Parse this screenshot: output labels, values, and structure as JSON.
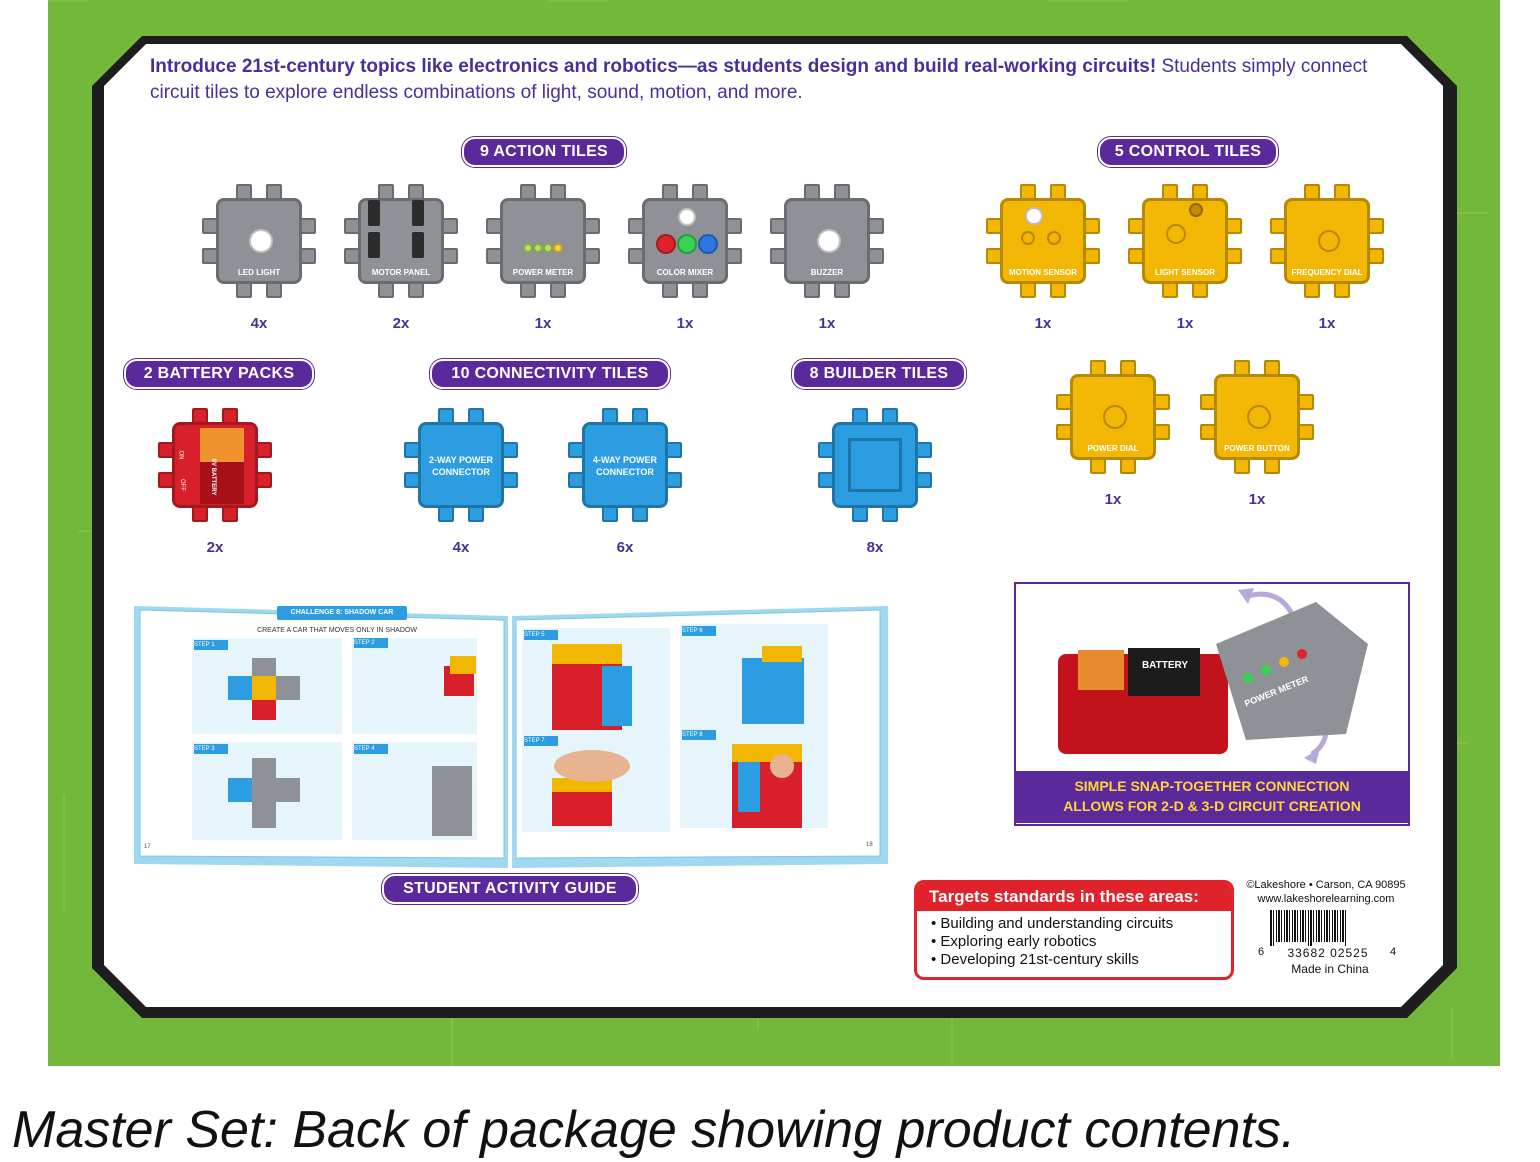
{
  "intro": {
    "bold_text": "Introduce 21st-century topics like electronics and robotics—as students design and build real-working circuits!",
    "regular_text": "Students simply connect circuit tiles to explore endless combinations of light, sound, motion, and more."
  },
  "headers": {
    "action": "9 ACTION TILES",
    "control": "5 CONTROL TILES",
    "battery": "2 BATTERY PACKS",
    "connectivity": "10 CONNECTIVITY TILES",
    "builder": "8 BUILDER TILES",
    "guide": "STUDENT ACTIVITY GUIDE"
  },
  "action_tiles": [
    {
      "label": "LED LIGHT",
      "qty": "4x"
    },
    {
      "label": "MOTOR PANEL",
      "qty": "2x"
    },
    {
      "label": "POWER METER",
      "qty": "1x"
    },
    {
      "label": "COLOR MIXER",
      "qty": "1x"
    },
    {
      "label": "BUZZER",
      "qty": "1x"
    }
  ],
  "control_tiles": [
    {
      "label": "MOTION SENSOR",
      "qty": "1x"
    },
    {
      "label": "LIGHT SENSOR",
      "qty": "1x"
    },
    {
      "label": "FREQUENCY DIAL",
      "qty": "1x"
    },
    {
      "label": "POWER DIAL",
      "qty": "1x"
    },
    {
      "label": "POWER BUTTON",
      "qty": "1x"
    }
  ],
  "battery_tiles": [
    {
      "label": "9V BATTERY",
      "switch_on": "ON",
      "switch_off": "OFF",
      "qty": "2x"
    }
  ],
  "connectivity_tiles": [
    {
      "label": "2-WAY POWER CONNECTOR",
      "qty": "4x"
    },
    {
      "label": "4-WAY POWER CONNECTOR",
      "qty": "6x"
    }
  ],
  "builder_tiles": [
    {
      "label": "",
      "qty": "8x"
    }
  ],
  "guide_book": {
    "challenge_title": "CHALLENGE 8: SHADOW CAR",
    "subtitle": "CREATE A CAR THAT MOVES ONLY IN SHADOW",
    "steps": [
      "STEP 1",
      "STEP 2",
      "STEP 3",
      "STEP 4",
      "STEP 5",
      "STEP 6",
      "STEP 7",
      "STEP 8"
    ],
    "left_page_number": "17",
    "right_page_number": "18"
  },
  "snap_box": {
    "caption_line1": "SIMPLE SNAP-TOGETHER CONNECTION",
    "caption_line2": "ALLOWS FOR 2-D & 3-D CIRCUIT CREATION",
    "battery_label": "BATTERY",
    "meter_label": "POWER METER"
  },
  "standards": {
    "title": "Targets standards in these areas:",
    "items": [
      "Building and understanding circuits",
      "Exploring early robotics",
      "Developing 21st-century skills"
    ]
  },
  "company": {
    "line1": "©Lakeshore • Carson, CA 90895",
    "line2": "www.lakeshorelearning.com",
    "barcode_left": "6",
    "barcode_number": "33682 02525",
    "barcode_right": "4",
    "origin": "Made in China"
  },
  "caption": "Master Set: Back of package showing product contents.",
  "colors": {
    "board_green": "#72b83a",
    "purple": "#5a2a9c",
    "gray_tile": "#8e9196",
    "yellow_tile": "#f2b705",
    "blue_tile": "#2b9de0",
    "red_tile": "#d8202a"
  }
}
